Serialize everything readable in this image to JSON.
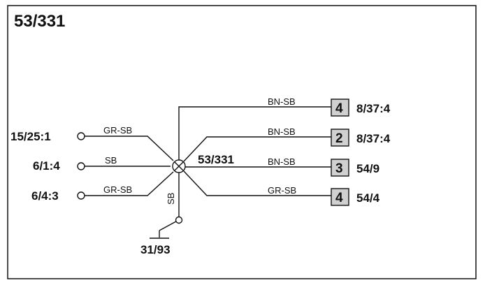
{
  "diagram": {
    "title": "53/331",
    "center_label": "53/331",
    "left_connectors": [
      {
        "label": "15/25:1",
        "wire": "GR-SB"
      },
      {
        "label": "6/1:4",
        "wire": "SB"
      },
      {
        "label": "6/4:3",
        "wire": "GR-SB"
      }
    ],
    "bottom_connector": {
      "label": "31/93",
      "wire": "SB"
    },
    "right_connectors": [
      {
        "pin": "4",
        "label": "8/37:4",
        "wire": "BN-SB"
      },
      {
        "pin": "2",
        "label": "8/37:4",
        "wire": "BN-SB"
      },
      {
        "pin": "3",
        "label": "54/9",
        "wire": "BN-SB"
      },
      {
        "pin": "4",
        "label": "54/4",
        "wire": "GR-SB"
      }
    ]
  }
}
